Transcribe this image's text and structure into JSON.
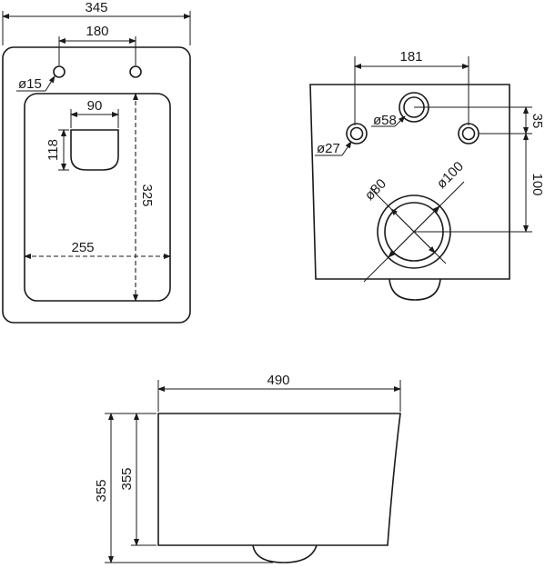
{
  "top_view": {
    "overall_width": "345",
    "hole_spacing": "180",
    "hole_diameter": "ø15",
    "outlet_width": "90",
    "outlet_depth": "118",
    "bowl_width": "255",
    "bowl_length": "325"
  },
  "rear_view": {
    "bolt_spacing": "181",
    "inlet_diameter": "ø58",
    "bolt_diameter": "ø27",
    "inlet_offset": "35",
    "outlet_height": "100",
    "outlet_inner_diameter": "ø80",
    "outlet_outer_diameter": "ø100"
  },
  "side_view": {
    "overall_depth": "490",
    "total_height": "355",
    "body_height": "355"
  }
}
